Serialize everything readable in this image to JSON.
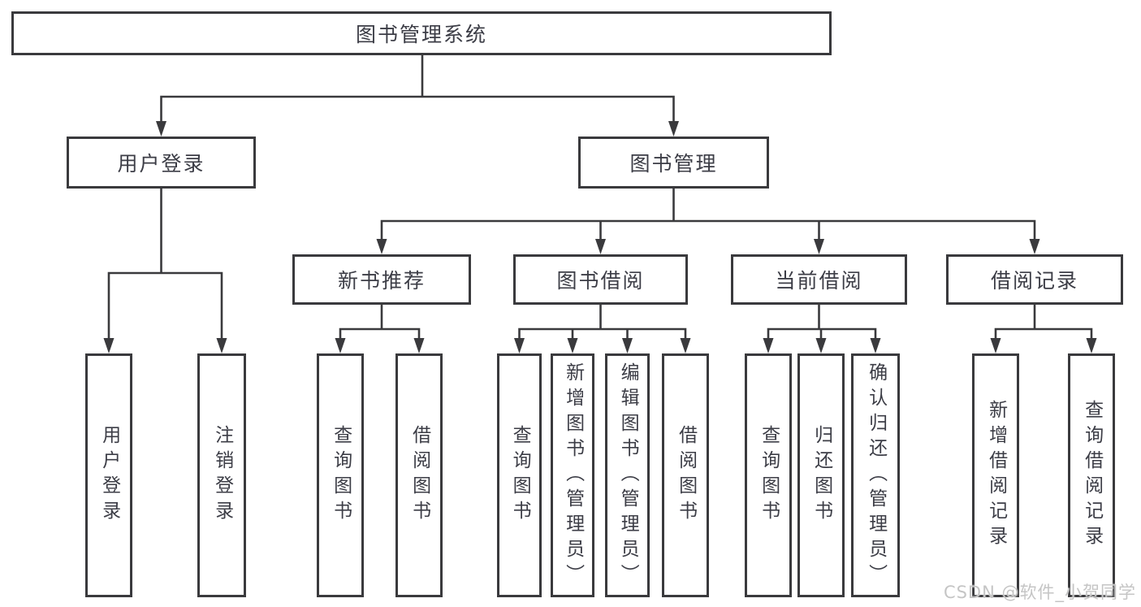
{
  "diagram": {
    "tree": {
      "label": "图书管理系统",
      "children": [
        {
          "label": "用户登录",
          "children": [
            {
              "label": "用户登录"
            },
            {
              "label": "注销登录"
            }
          ]
        },
        {
          "label": "图书管理",
          "children": [
            {
              "label": "新书推荐",
              "children": [
                {
                  "label": "查询图书"
                },
                {
                  "label": "借阅图书"
                }
              ]
            },
            {
              "label": "图书借阅",
              "children": [
                {
                  "label": "查询图书"
                },
                {
                  "label": "新增图书（管理员）"
                },
                {
                  "label": "编辑图书（管理员）"
                },
                {
                  "label": "借阅图书"
                }
              ]
            },
            {
              "label": "当前借阅",
              "children": [
                {
                  "label": "查询图书"
                },
                {
                  "label": "归还图书"
                },
                {
                  "label": "确认归还（管理员）"
                }
              ]
            },
            {
              "label": "借阅记录",
              "children": [
                {
                  "label": "新增借阅记录"
                },
                {
                  "label": "查询借阅记录"
                }
              ]
            }
          ]
        }
      ]
    },
    "watermark": "CSDN @软件_小贺同学",
    "colors": {
      "line": "#3a3a3d",
      "text": "#3c3d46",
      "background": "#ffffff",
      "watermark": "#c5c5c5"
    }
  }
}
